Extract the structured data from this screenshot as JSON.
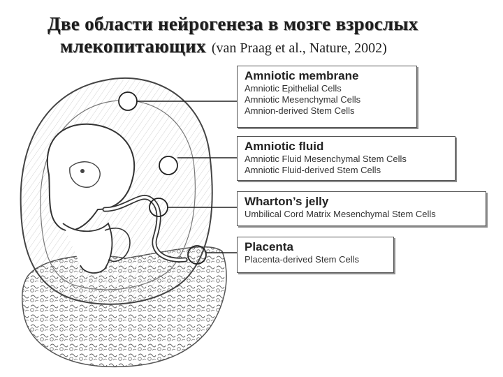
{
  "title": {
    "line1": "Две области нейрогенеза   в мозге взрослых",
    "line2": "млекопитающих",
    "citation": "(van Praag et al., Nature, 2002)"
  },
  "boxes": [
    {
      "title": "Amniotic membrane",
      "items": [
        "Amniotic Epithelial Cells",
        "Amniotic Mesenchymal Cells",
        "Amnion-derived Stem Cells"
      ]
    },
    {
      "title": "Amniotic fluid",
      "items": [
        "Amniotic Fluid Mesenchymal Stem Cells",
        "Amniotic Fluid-derived Stem Cells"
      ]
    },
    {
      "title": "Wharton’s jelly",
      "items": [
        "Umbilical Cord Matrix Mesenchymal Stem Cells"
      ]
    },
    {
      "title": "Placenta",
      "items": [
        "Placenta-derived Stem Cells"
      ]
    }
  ]
}
